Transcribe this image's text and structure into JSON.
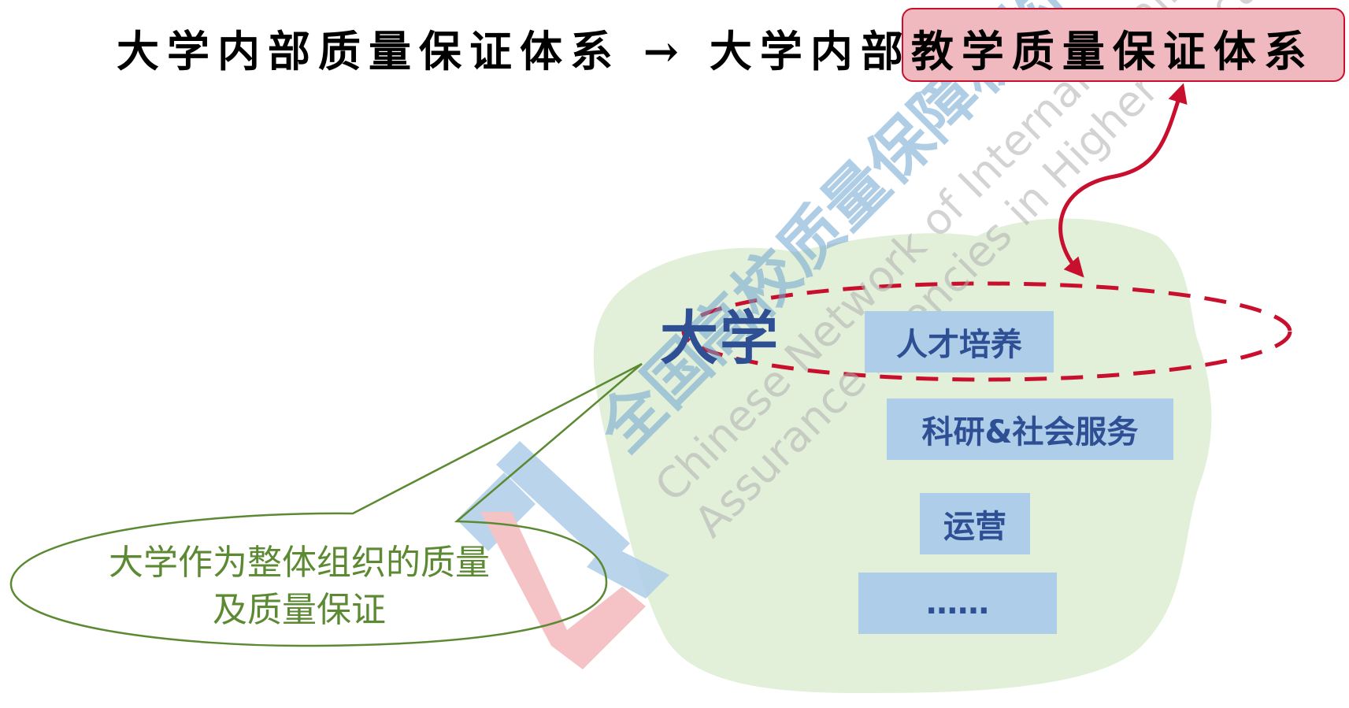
{
  "title": {
    "prefix": "大学内部质量保证体系 → 大学内部",
    "highlight": "教学质量保证体系"
  },
  "university": {
    "label": "大学"
  },
  "functions": [
    "人才培养",
    "科研&社会服务",
    "运营",
    "……"
  ],
  "callout": {
    "line1": "大学作为整体组织的质量",
    "line2": "及质量保证"
  },
  "watermark": {
    "org_cn": "全国高校质量保障机构",
    "org_en_line1": "Chinese Network of Internal Quality",
    "org_en_line2": "Assurance Agencies in Higher Education"
  },
  "colors": {
    "accent_red": "#c8102e",
    "highlight_fill": "#f0b8bf",
    "blob_green": "#e2efd9",
    "box_blue": "#aecde9",
    "text_blue": "#2f4f94",
    "callout_green": "#5b8a33"
  }
}
